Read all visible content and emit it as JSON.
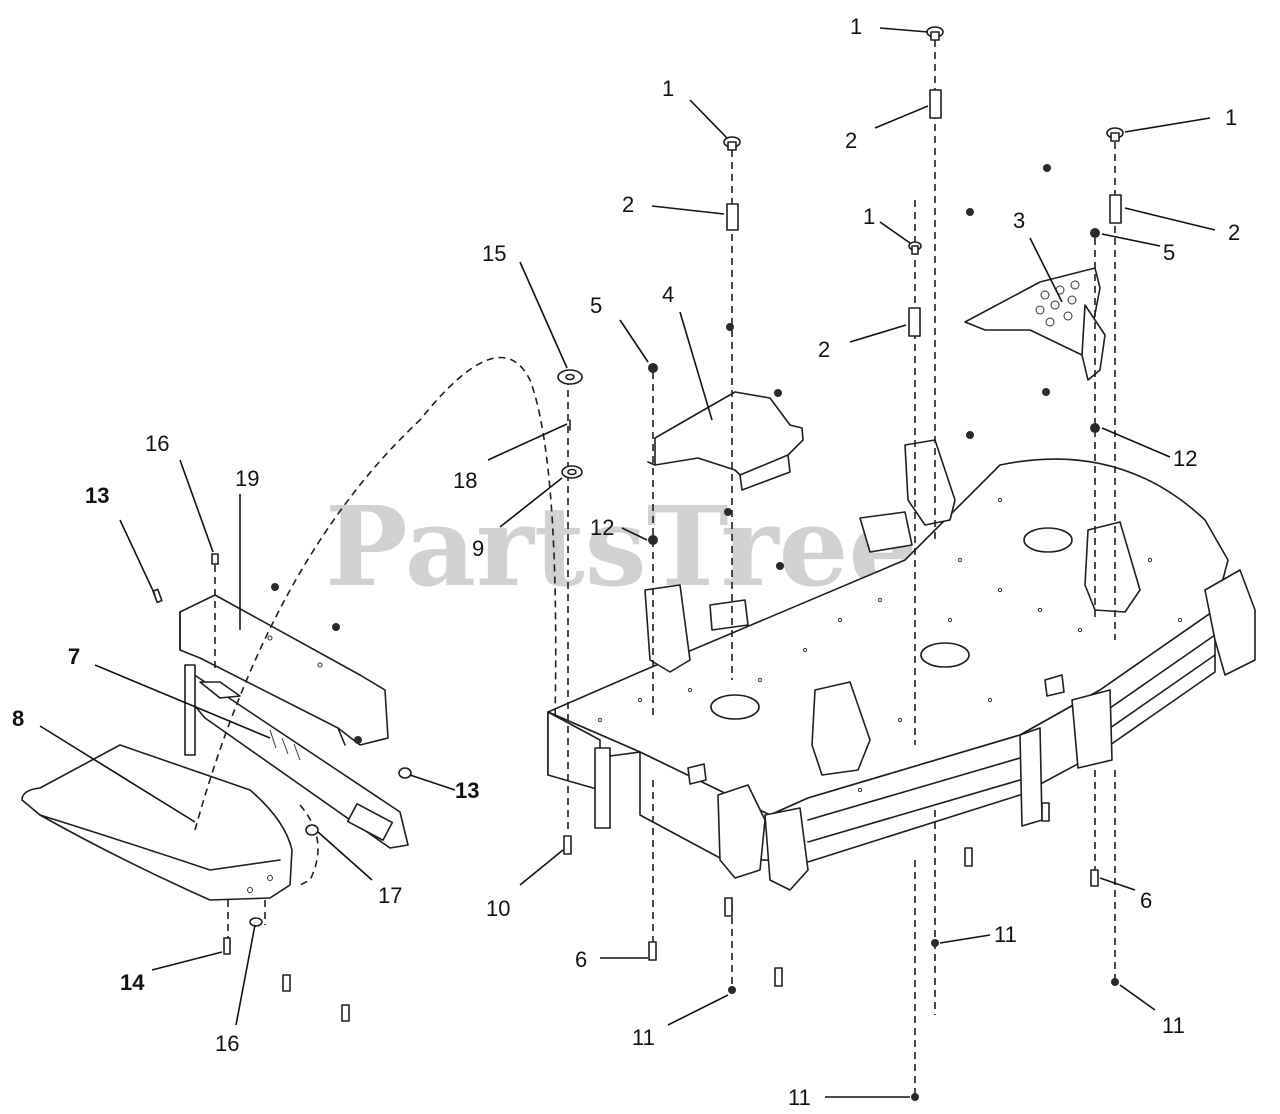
{
  "watermark": "PartsTree",
  "colors": {
    "line": "#1e1e1e",
    "watermark": "#9a9a9a",
    "background": "#ffffff"
  },
  "callouts": [
    {
      "id": "c1a",
      "label": "1"
    },
    {
      "id": "c1b",
      "label": "1"
    },
    {
      "id": "c1c",
      "label": "1"
    },
    {
      "id": "c1d",
      "label": "1"
    },
    {
      "id": "c2a",
      "label": "2"
    },
    {
      "id": "c2b",
      "label": "2"
    },
    {
      "id": "c2c",
      "label": "2"
    },
    {
      "id": "c2d",
      "label": "2"
    },
    {
      "id": "c3",
      "label": "3"
    },
    {
      "id": "c4",
      "label": "4"
    },
    {
      "id": "c5a",
      "label": "5"
    },
    {
      "id": "c5b",
      "label": "5"
    },
    {
      "id": "c6a",
      "label": "6"
    },
    {
      "id": "c6b",
      "label": "6"
    },
    {
      "id": "c7",
      "label": "7"
    },
    {
      "id": "c8",
      "label": "8"
    },
    {
      "id": "c9",
      "label": "9"
    },
    {
      "id": "c10",
      "label": "10"
    },
    {
      "id": "c11a",
      "label": "11"
    },
    {
      "id": "c11b",
      "label": "11"
    },
    {
      "id": "c11c",
      "label": "11"
    },
    {
      "id": "c11d",
      "label": "11"
    },
    {
      "id": "c12a",
      "label": "12"
    },
    {
      "id": "c12b",
      "label": "12"
    },
    {
      "id": "c13a",
      "label": "13"
    },
    {
      "id": "c13b",
      "label": "13"
    },
    {
      "id": "c14",
      "label": "14"
    },
    {
      "id": "c15",
      "label": "15"
    },
    {
      "id": "c16a",
      "label": "16"
    },
    {
      "id": "c16b",
      "label": "16"
    },
    {
      "id": "c17",
      "label": "17"
    },
    {
      "id": "c18",
      "label": "18"
    },
    {
      "id": "c19",
      "label": "19"
    }
  ]
}
